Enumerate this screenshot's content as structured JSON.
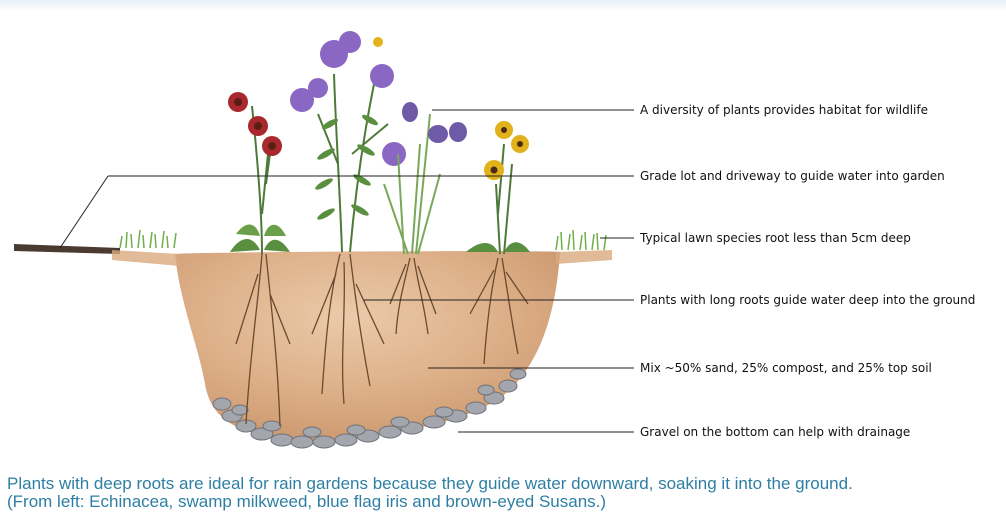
{
  "callouts": {
    "wildlife": "A diversity of plants provides habitat for wildlife",
    "grade": "Grade lot and driveway to guide water into garden",
    "lawn": "Typical lawn species root less than 5cm deep",
    "roots": "Plants with long roots guide water deep into the ground",
    "soil": "Mix ~50% sand, 25% compost, and 25% top soil",
    "gravel": "Gravel on the bottom can help with drainage"
  },
  "caption": {
    "line1": "Plants with deep roots are ideal for rain gardens because they guide water downward, soaking it into the ground.",
    "line2": "(From left: Echinacea, swamp milkweed, blue flag iris and brown-eyed Susans.)"
  },
  "colors": {
    "caption": "#2e7fa3",
    "soil": "#d8a579",
    "gravel": "#9a9ca4",
    "echinacea": "#a8282e",
    "milkweed": "#8a67c2",
    "iris": "#6f5aa8",
    "susan": "#e2b21c",
    "grass": "#6fae4a"
  }
}
